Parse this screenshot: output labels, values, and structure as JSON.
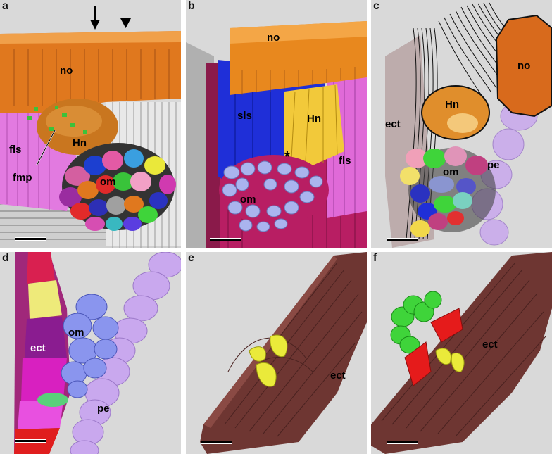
{
  "figure": {
    "panels": [
      {
        "letter": "a",
        "labels": {
          "no": "no",
          "fls": "fls",
          "fmp": "fmp",
          "hn": "Hn",
          "om": "om"
        }
      },
      {
        "letter": "b",
        "labels": {
          "no": "no",
          "sls": "sls",
          "hn": "Hn",
          "fls": "fls",
          "om": "om",
          "star": "*"
        }
      },
      {
        "letter": "c",
        "labels": {
          "no": "no",
          "hn": "Hn",
          "ect": "ect",
          "om": "om",
          "pe": "pe"
        }
      },
      {
        "letter": "d",
        "labels": {
          "om": "om",
          "ect": "ect",
          "pe": "pe"
        }
      },
      {
        "letter": "e",
        "labels": {
          "ect": "ect"
        }
      },
      {
        "letter": "f",
        "labels": {
          "ect": "ect"
        }
      }
    ]
  },
  "colors": {
    "background": "#d9d9d9",
    "nerve_orange": "#e0781e",
    "hn_orange": "#d4802a",
    "pink_fls": "#e27ae0",
    "blue_sls": "#1f2fd8",
    "yellow_hn": "#f2c93a",
    "magenta": "#c0266f",
    "lavender_om": "#aab4ee",
    "periwinkle": "#8a95ee",
    "purple_pe": "#c9a8ee",
    "brown_ect": "#6e3632",
    "green": "#3fd43a",
    "red": "#e51b1b",
    "yellow": "#eaea3a"
  },
  "icons": {
    "arrow": "down-arrow-icon",
    "arrowhead": "down-triangle-icon"
  }
}
